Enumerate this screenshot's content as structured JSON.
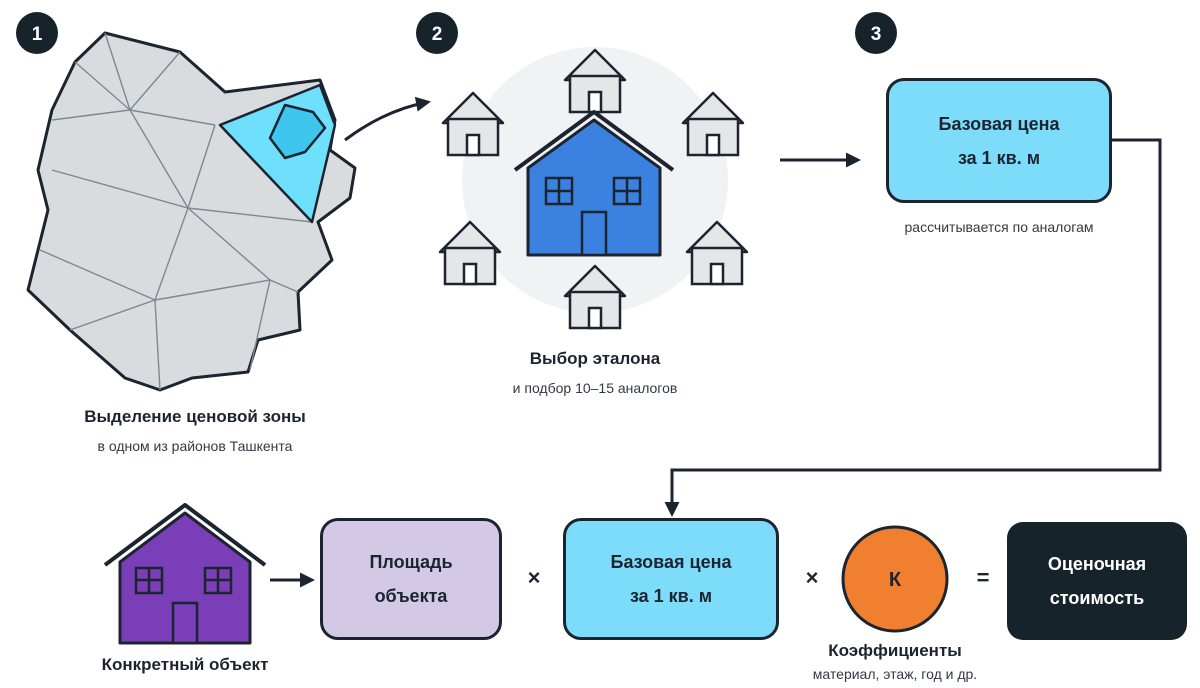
{
  "steps": [
    "1",
    "2",
    "3"
  ],
  "step1": {
    "title": "Выделение ценовой зоны",
    "subtitle": "в одном из районов Ташкента"
  },
  "step2": {
    "title": "Выбор эталона",
    "subtitle": "и подбор 10–15 аналогов"
  },
  "step3": {
    "box_line1": "Базовая цена",
    "box_line2": "за 1 кв. м",
    "note": "рассчитывается по аналогам"
  },
  "formula": {
    "object_label": "Конкретный объект",
    "area_line1": "Площадь",
    "area_line2": "объекта",
    "times1": "×",
    "price_line1": "Базовая цена",
    "price_line2": "за 1 кв. м",
    "times2": "×",
    "coef_symbol": "К",
    "coef_title": "Коэффициенты",
    "coef_subtitle": "материал, этаж, год и др.",
    "equals": "=",
    "result_line1": "Оценочная",
    "result_line2": "стоимость"
  },
  "colors": {
    "badge": "#17232b",
    "zone_gray": "#d9dcdf",
    "zone_highlight": "#6fe0fb",
    "reference_house": "#3b82e0",
    "analog_house": "#e4e6e8",
    "price_box": "#7ddcf9",
    "area_box": "#d3c9e6",
    "coef_circle": "#f0802f",
    "result_box": "#17232b",
    "object_house": "#7a3fb8"
  },
  "icons": [
    "map-zone-icon",
    "reference-house-icon",
    "analog-house-icon",
    "object-house-icon",
    "arrow-icon"
  ]
}
